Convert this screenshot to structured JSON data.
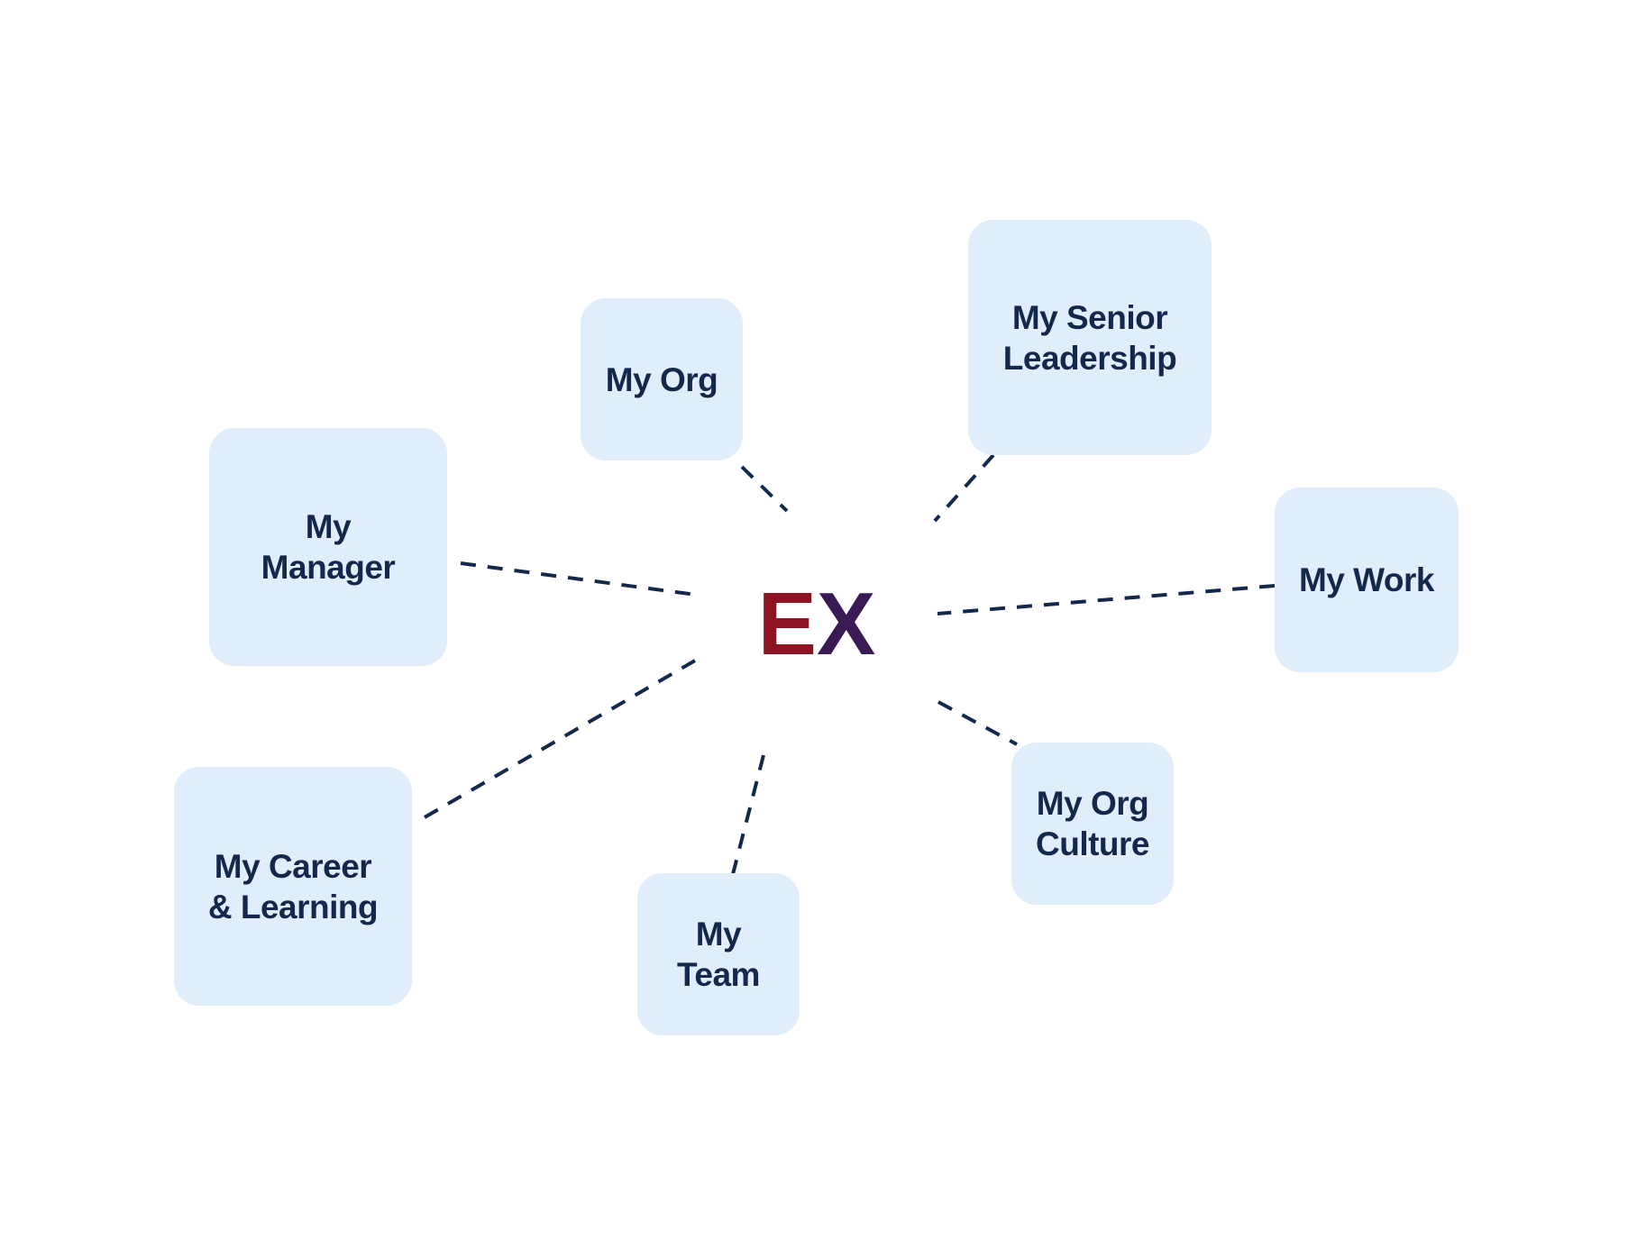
{
  "colors": {
    "node_fill": "#e0edfb",
    "node_text": "#14284b",
    "connector": "#14284b",
    "center_e": "#8e1322",
    "center_x": "#3a1a55"
  },
  "center": {
    "e": "E",
    "x": "X"
  },
  "nodes": {
    "my_org": "My Org",
    "senior_leadership": "My Senior\nLeadership",
    "manager": "My\nManager",
    "work": "My Work",
    "career": "My Career\n& Learning",
    "team": "My\nTeam",
    "org_culture": "My Org\nCulture"
  }
}
